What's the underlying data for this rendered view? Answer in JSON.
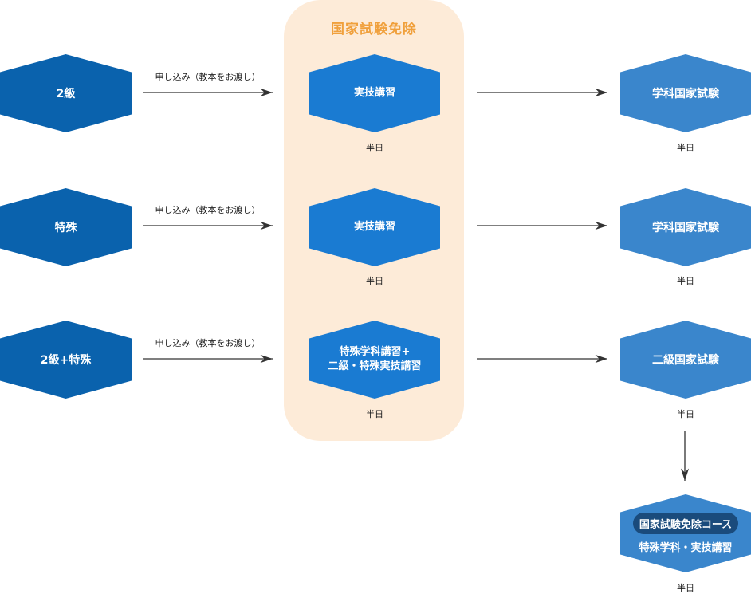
{
  "exempt": {
    "title": "国家試験免除"
  },
  "rows": [
    {
      "source": "2級",
      "apply": "申し込み（教本をお渡し）",
      "training": [
        "実技講習"
      ],
      "training_duration": "半日",
      "exam": "学科国家試験",
      "exam_duration": "半日"
    },
    {
      "source": "特殊",
      "apply": "申し込み（教本をお渡し）",
      "training": [
        "実技講習"
      ],
      "training_duration": "半日",
      "exam": "学科国家試験",
      "exam_duration": "半日"
    },
    {
      "source": "2級+特殊",
      "apply": "申し込み（教本をお渡し）",
      "training": [
        "特殊学科講習+",
        "二級・特殊実技講習"
      ],
      "training_duration": "半日",
      "exam": "二級国家試験",
      "exam_duration": "半日"
    }
  ],
  "course": {
    "pill": "国家試験免除コース",
    "subtitle": "特殊学科・実技講習",
    "duration": "半日"
  },
  "colors": {
    "source": "#0a62ad",
    "training": "#1a7bd2",
    "exam": "#3a86cc",
    "exempt_bg": "#fdebd8",
    "exempt_title": "#f0a03c"
  }
}
